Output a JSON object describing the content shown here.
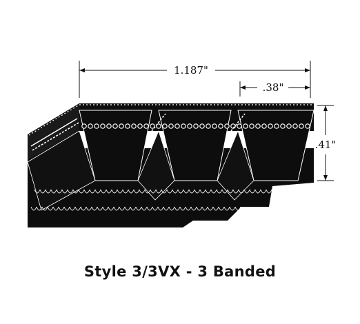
{
  "diagram": {
    "subject": "banded v-belt cross section",
    "band_count": 3,
    "dimensions": {
      "overall_width": "1.187\"",
      "top_width": ".38\"",
      "height": ".41\""
    },
    "colors": {
      "belt": "#0d0d0d",
      "lines": "#111111",
      "cord": "#ffffff"
    }
  },
  "caption": "Style 3/3VX - 3 Banded"
}
